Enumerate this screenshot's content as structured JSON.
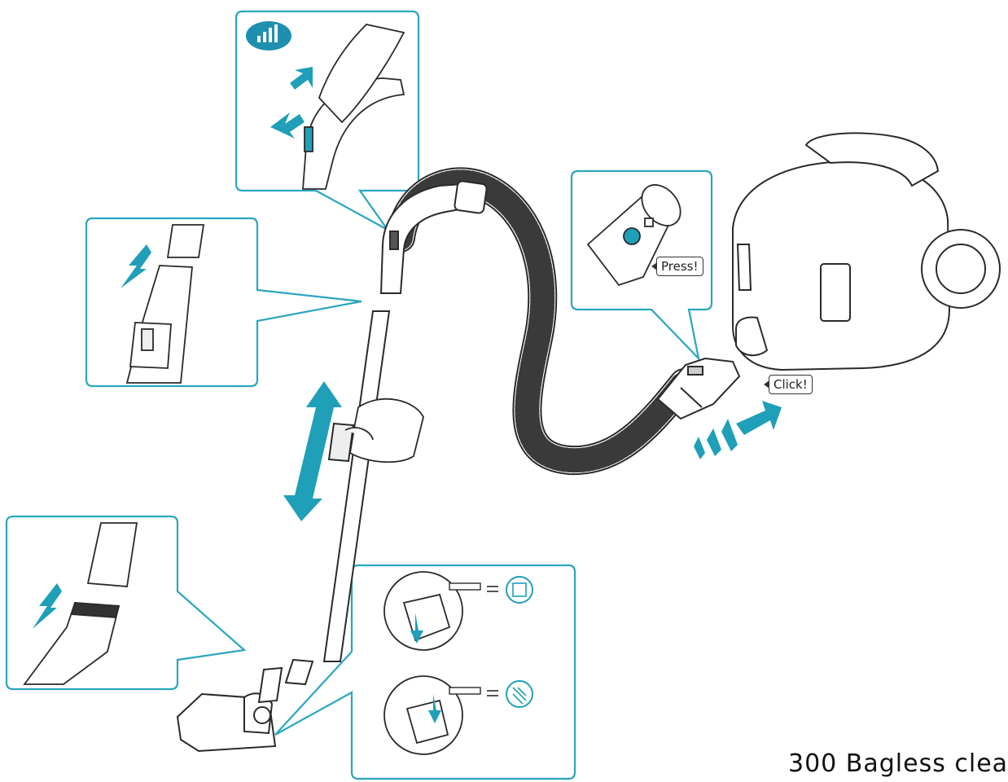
{
  "labels": {
    "press": "Press!",
    "click": "Click!"
  },
  "caption": "300 Bagless clea",
  "icons": {
    "suction_power": "signal-bars-icon",
    "floor_setting_hard": "hard-floor-icon",
    "floor_setting_carpet": "carpet-icon"
  },
  "colors": {
    "accent": "#1f9fb8",
    "line": "#2a2a2a",
    "callout_border": "#2aa6bf"
  }
}
